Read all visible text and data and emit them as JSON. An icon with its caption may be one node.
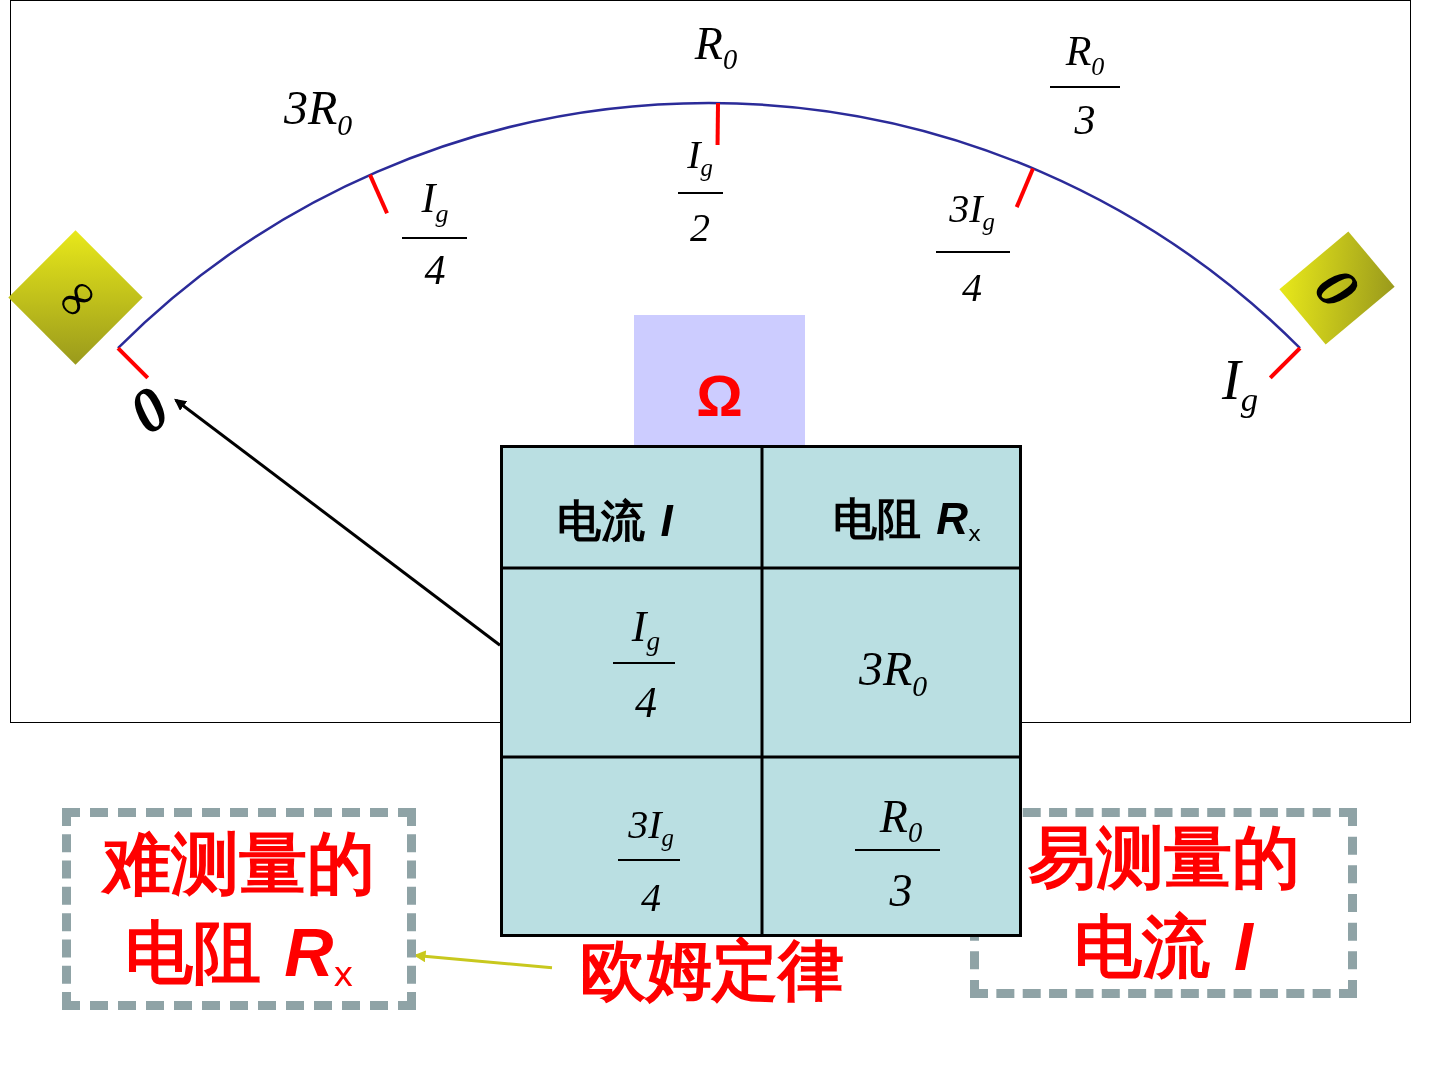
{
  "diagram": {
    "nodes": [
      {
        "text": [
          "∞"
        ]
      },
      {
        "text": [
          "0"
        ]
      },
      {
        "text": [
          "Ω"
        ]
      },
      {
        "text": [
          "电流 *I*",
          "电阻 *R*$_{x}$",
          "I$_{g}$",
          "4",
          "3R$_{0}$",
          "3I$_{g}$",
          "4",
          "R$_{0}$",
          "3"
        ]
      },
      {
        "text": [
          "0"
        ]
      },
      {
        "text": [
          "难测量的电阻 *R*$_{x}$"
        ]
      },
      {
        "text": [
          "欧姆定律"
        ]
      },
      {
        "text": [
          "易测量的电流 *I*"
        ]
      }
    ],
    "edges": [
      {
        "from": 3,
        "to": 4,
        "arrow": "to"
      },
      {
        "from": 6,
        "to": 5,
        "arrow": "to",
        "color": "#c8c81e"
      }
    ],
    "labels": [
      "3R$_{0}$",
      "R$_{0}$",
      "R$_{0}$",
      "3",
      "I$_{g}$",
      "4",
      "I$_{g}$",
      "2",
      "3I$_{g}$",
      "4",
      "I$_{g}$"
    ]
  }
}
